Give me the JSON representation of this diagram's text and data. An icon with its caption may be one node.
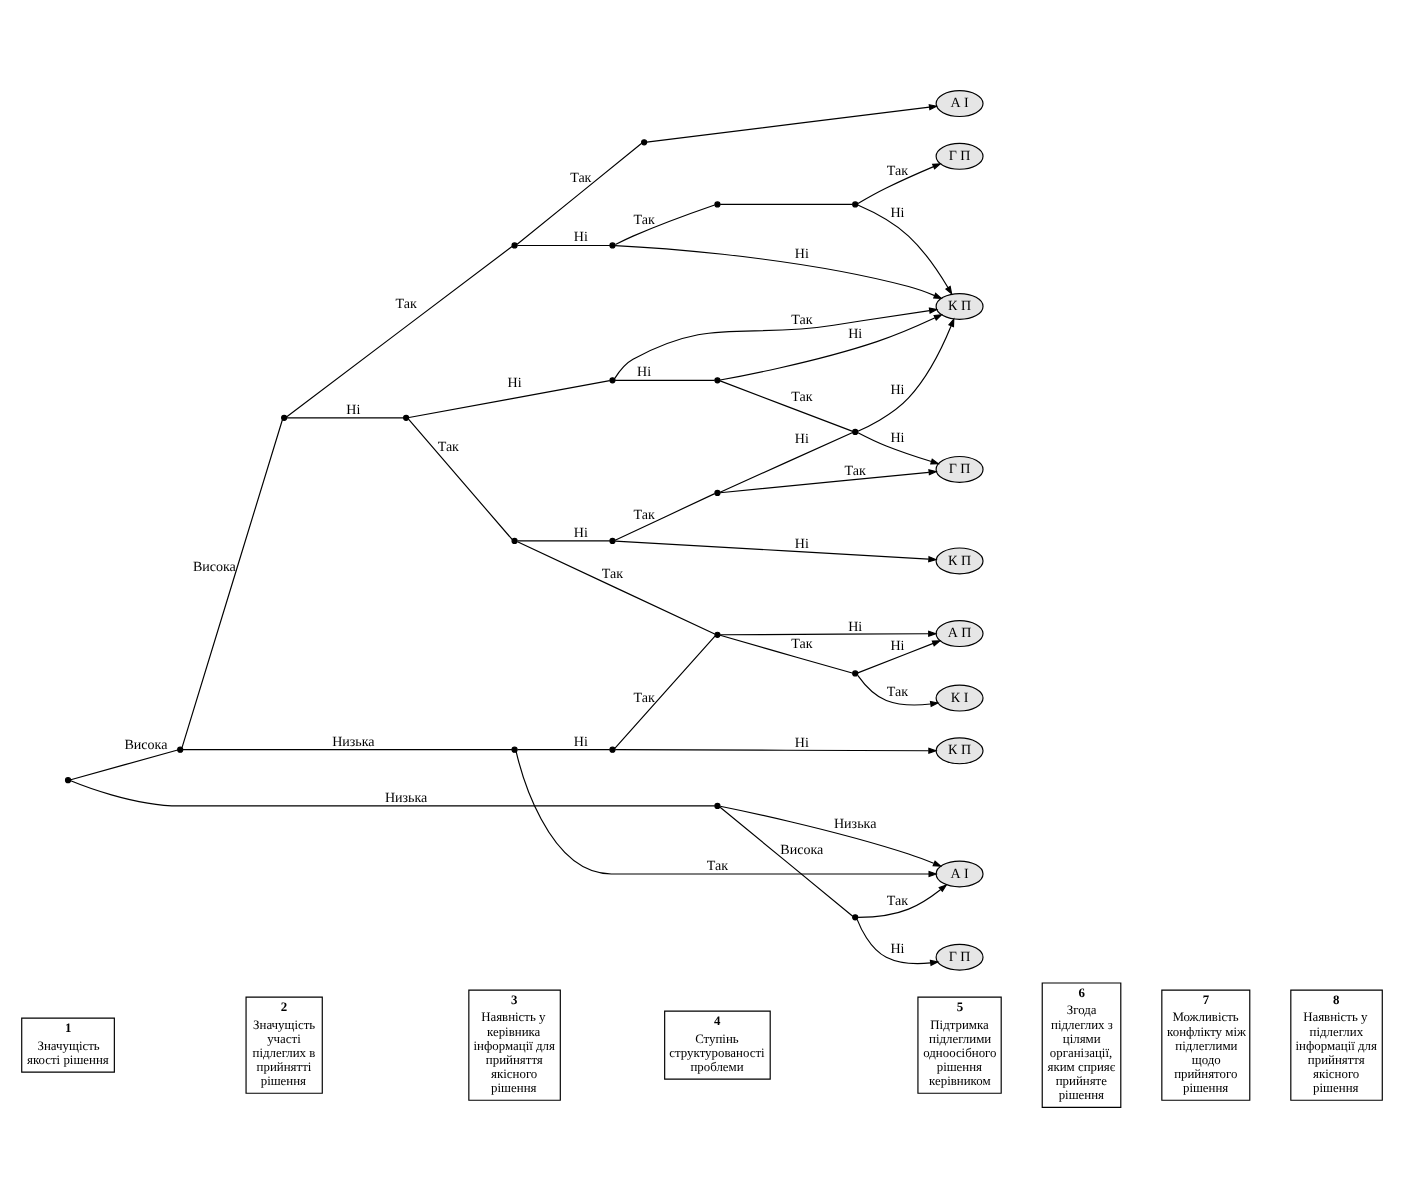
{
  "diagram": {
    "nodes": [
      {
        "text": [
          "1",
          "Значущість якості рішення"
        ]
      },
      {
        "text": [
          "2",
          "Значущість участі підлеглих в прийнятті рішення"
        ]
      },
      {
        "text": [
          "3",
          "Наявність у керівника інформації для прийняття якісного рішення"
        ]
      },
      {
        "text": [
          "4",
          "Ступінь структурованості проблеми"
        ]
      },
      {
        "text": [
          "5",
          "Підтримка підлеглими одноосібного рішення керівником"
        ]
      },
      {
        "text": [
          "6",
          "Згода підлеглих з цілями організації, яким сприяє прийняте рішення"
        ]
      },
      {
        "text": [
          "7",
          "Можливість конфлікту між підлеглими щодо прийнятого рішення"
        ]
      },
      {
        "text": [
          "8",
          "Наявність у підлеглих інформації для прийняття якісного рішення"
        ]
      },
      {
        "text": [],
        "shape": "dot"
      },
      {
        "text": [],
        "shape": "dot"
      },
      {
        "text": [],
        "shape": "dot"
      },
      {
        "text": [],
        "shape": "dot"
      },
      {
        "text": [],
        "shape": "dot"
      },
      {
        "text": [],
        "shape": "dot"
      },
      {
        "text": [],
        "shape": "dot"
      },
      {
        "text": [],
        "shape": "dot"
      },
      {
        "text": [],
        "shape": "dot"
      },
      {
        "text": [],
        "shape": "dot"
      },
      {
        "text": [],
        "shape": "dot"
      },
      {
        "text": [],
        "shape": "dot"
      },
      {
        "text": [],
        "shape": "dot"
      },
      {
        "text": [],
        "shape": "dot"
      },
      {
        "text": [],
        "shape": "dot"
      },
      {
        "text": [],
        "shape": "dot"
      },
      {
        "text": [],
        "shape": "dot"
      },
      {
        "text": [],
        "shape": "dot"
      },
      {
        "text": [],
        "shape": "dot"
      },
      {
        "text": [],
        "shape": "dot"
      },
      {
        "text": [],
        "shape": "dot"
      },
      {
        "text": [
          "А І"
        ]
      },
      {
        "text": [
          "Г П"
        ]
      },
      {
        "text": [
          "К П"
        ]
      },
      {
        "text": [
          "Г П"
        ]
      },
      {
        "text": [
          "К П"
        ]
      },
      {
        "text": [
          "А П"
        ]
      },
      {
        "text": [
          "К І"
        ]
      },
      {
        "text": [
          "К П"
        ]
      },
      {
        "text": [
          "А І"
        ]
      },
      {
        "text": [
          "Г П"
        ]
      }
    ],
    "edges": [
      {
        "from": 8,
        "to": 9,
        "arrow": "none",
        "label": "Висока"
      },
      {
        "from": 8,
        "to": 10,
        "arrow": "none",
        "label": "Низька"
      },
      {
        "from": 9,
        "to": 11,
        "arrow": "none",
        "label": "Висока"
      },
      {
        "from": 9,
        "to": 12,
        "arrow": "none",
        "label": "Низька"
      },
      {
        "from": 11,
        "to": 13,
        "arrow": "none",
        "label": "Так"
      },
      {
        "from": 11,
        "to": 14,
        "arrow": "none",
        "label": "Ні"
      },
      {
        "from": 13,
        "to": 15,
        "arrow": "none",
        "label": "Так"
      },
      {
        "from": 13,
        "to": 16,
        "arrow": "none",
        "label": "Ні"
      },
      {
        "from": 15,
        "to": 29,
        "arrow": "to"
      },
      {
        "from": 16,
        "to": 17,
        "arrow": "none",
        "label": "Так"
      },
      {
        "from": 16,
        "to": 31,
        "arrow": "to",
        "label": "Ні"
      },
      {
        "from": 17,
        "to": 18,
        "arrow": "none"
      },
      {
        "from": 18,
        "to": 30,
        "arrow": "to",
        "label": "Так"
      },
      {
        "from": 18,
        "to": 31,
        "arrow": "to",
        "label": "Ні"
      },
      {
        "from": 14,
        "to": 19,
        "arrow": "none",
        "label": "Ні"
      },
      {
        "from": 14,
        "to": 20,
        "arrow": "none",
        "label": "Так"
      },
      {
        "from": 19,
        "to": 31,
        "arrow": "to",
        "label": "Так"
      },
      {
        "from": 19,
        "to": 21,
        "arrow": "none",
        "label": "Ні"
      },
      {
        "from": 21,
        "to": 31,
        "arrow": "to",
        "label": "Ні"
      },
      {
        "from": 21,
        "to": 22,
        "arrow": "none",
        "label": "Так"
      },
      {
        "from": 22,
        "to": 31,
        "arrow": "to",
        "label": "Ні"
      },
      {
        "from": 22,
        "to": 32,
        "arrow": "to",
        "label": "Ні"
      },
      {
        "from": 20,
        "to": 24,
        "arrow": "none",
        "label": "Ні"
      },
      {
        "from": 20,
        "to": 25,
        "arrow": "none",
        "label": "Так"
      },
      {
        "from": 24,
        "to": 23,
        "arrow": "none",
        "label": "Так"
      },
      {
        "from": 24,
        "to": 33,
        "arrow": "to",
        "label": "Ні"
      },
      {
        "from": 23,
        "to": 22,
        "arrow": "none",
        "label": "Ні"
      },
      {
        "from": 23,
        "to": 32,
        "arrow": "to",
        "label": "Так"
      },
      {
        "from": 25,
        "to": 34,
        "arrow": "to",
        "label": "Ні"
      },
      {
        "from": 25,
        "to": 26,
        "arrow": "none",
        "label": "Так"
      },
      {
        "from": 26,
        "to": 34,
        "arrow": "to",
        "label": "Ні"
      },
      {
        "from": 26,
        "to": 35,
        "arrow": "to",
        "label": "Так"
      },
      {
        "from": 12,
        "to": 27,
        "arrow": "none",
        "label": "Ні"
      },
      {
        "from": 12,
        "to": 37,
        "arrow": "to",
        "label": "Так"
      },
      {
        "from": 27,
        "to": 25,
        "arrow": "none",
        "label": "Так"
      },
      {
        "from": 27,
        "to": 36,
        "arrow": "to",
        "label": "Ні"
      },
      {
        "from": 10,
        "to": 37,
        "arrow": "to",
        "label": "Низька"
      },
      {
        "from": 10,
        "to": 28,
        "arrow": "none",
        "label": "Висока"
      },
      {
        "from": 28,
        "to": 37,
        "arrow": "to",
        "label": "Так"
      },
      {
        "from": 28,
        "to": 38,
        "arrow": "to",
        "label": "Ні"
      }
    ]
  }
}
